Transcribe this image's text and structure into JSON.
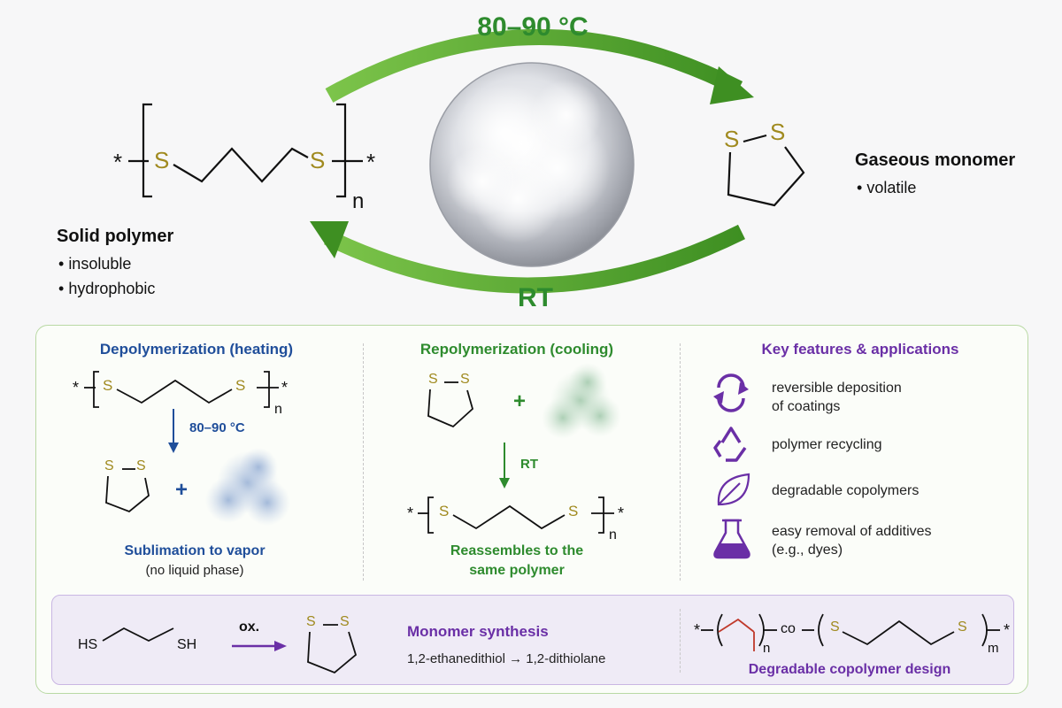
{
  "top": {
    "heat_condition": "80–90 °C",
    "cool_condition": "RT",
    "polymer_title": "Solid polymer",
    "polymer_props": [
      "insoluble",
      "hydrophobic"
    ],
    "monomer_title": "Gaseous monomer",
    "monomer_props": [
      "volatile"
    ],
    "polymer_end": "*",
    "repeat": "n",
    "sulfur": "S"
  },
  "depolymerization": {
    "title": "Depolymerization (heating)",
    "condition": "80–90 °C",
    "plus": "+",
    "caption": "Sublimation to vapor",
    "subcaption": "(no liquid phase)"
  },
  "repolymerization": {
    "title": "Repolymerization (cooling)",
    "condition": "RT",
    "plus": "+",
    "caption_line1": "Reassembles to the",
    "caption_line2": "same polymer"
  },
  "features": {
    "title": "Key features & applications",
    "items": [
      {
        "icon": "reversible-arrows-icon",
        "line1": "reversible deposition",
        "line2": "of coatings"
      },
      {
        "icon": "recycle-icon",
        "line1": "polymer recycling",
        "line2": ""
      },
      {
        "icon": "leaf-icon",
        "line1": "degradable copolymers",
        "line2": ""
      },
      {
        "icon": "flask-icon",
        "line1": "easy removal of additives",
        "line2": "(e.g., dyes)"
      }
    ],
    "accent": "#6a2fa6"
  },
  "synthesis": {
    "reagent_left": "HS",
    "reagent_right": "SH",
    "oxidant": "ox.",
    "title": "Monomer synthesis",
    "equation": "1,2-ethanedithiol → 1,2-dithiolane"
  },
  "copolymer": {
    "title": "Degradable copolymer design",
    "co": "co",
    "n": "n",
    "m": "m",
    "end": "*"
  },
  "colors": {
    "green_arrow": "#4a9e2a",
    "blue": "#1f4e9a",
    "green_text": "#2e8b2e",
    "purple": "#6a2fa6",
    "sulfur": "#a08a1f"
  }
}
